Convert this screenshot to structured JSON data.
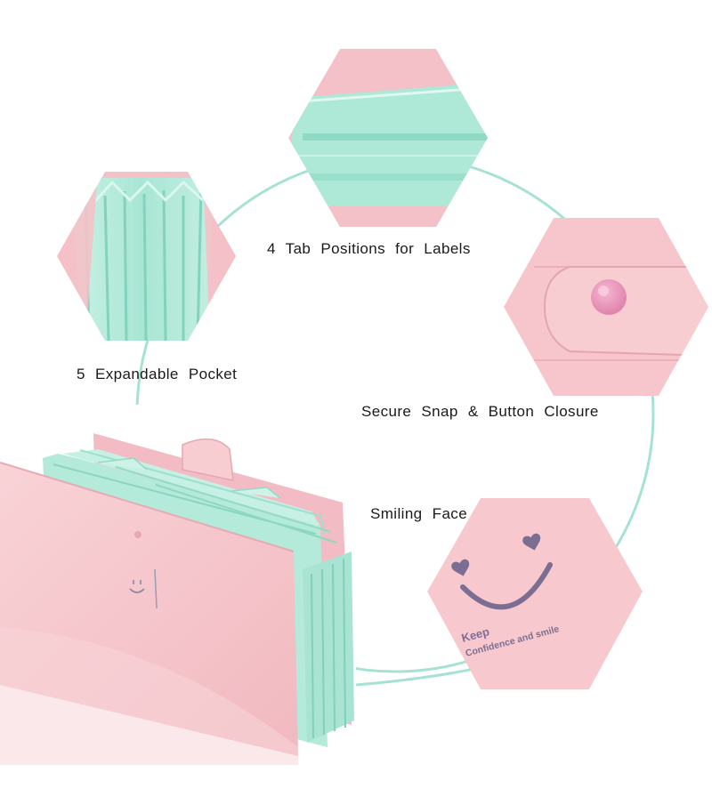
{
  "labels": {
    "tab_positions": "4 Tab Positions for Labels",
    "expandable_pocket": "5 Expandable Pocket",
    "snap_closure": "Secure Snap & Button Closure",
    "smiling_face": "Smiling Face"
  },
  "embossed_text": {
    "line1": "Keep",
    "line2": "Confidence and smile"
  },
  "colors": {
    "pink": "#f6c6cb",
    "pink_dark": "#e8a9b1",
    "mint": "#b9eadb",
    "mint_dark": "#86d6c2",
    "connector": "#9fdfd0",
    "button": "#ea8fb6",
    "emboss": "#7b6e92"
  }
}
